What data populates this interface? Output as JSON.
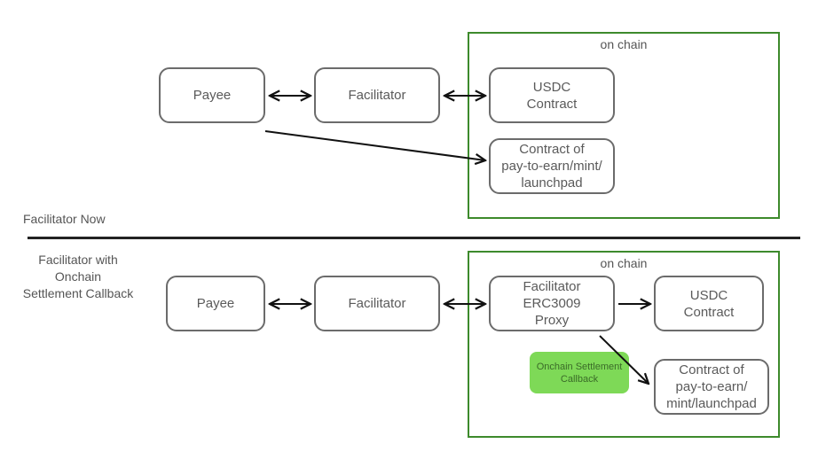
{
  "top_section": {
    "label": "Facilitator Now",
    "zone_label": "on chain",
    "nodes": {
      "payee": "Payee",
      "facilitator": "Facilitator",
      "usdc": "USDC\nContract",
      "contract": "Contract of\npay-to-earn/mint/\nlaunchpad"
    }
  },
  "bottom_section": {
    "label": "Facilitator with\nOnchain\nSettlement Callback",
    "zone_label": "on chain",
    "nodes": {
      "payee": "Payee",
      "facilitator": "Facilitator",
      "proxy": "Facilitator\nERC3009\nProxy",
      "usdc": "USDC\nContract",
      "contract": "Contract of\npay-to-earn/\nmint/launchpad"
    },
    "callback_label": "Onchain  Settlement\nCallback"
  },
  "colors": {
    "zone_border": "#3d8a2c",
    "callback_fill": "#7ed957",
    "box_border": "#6b6b6b"
  }
}
